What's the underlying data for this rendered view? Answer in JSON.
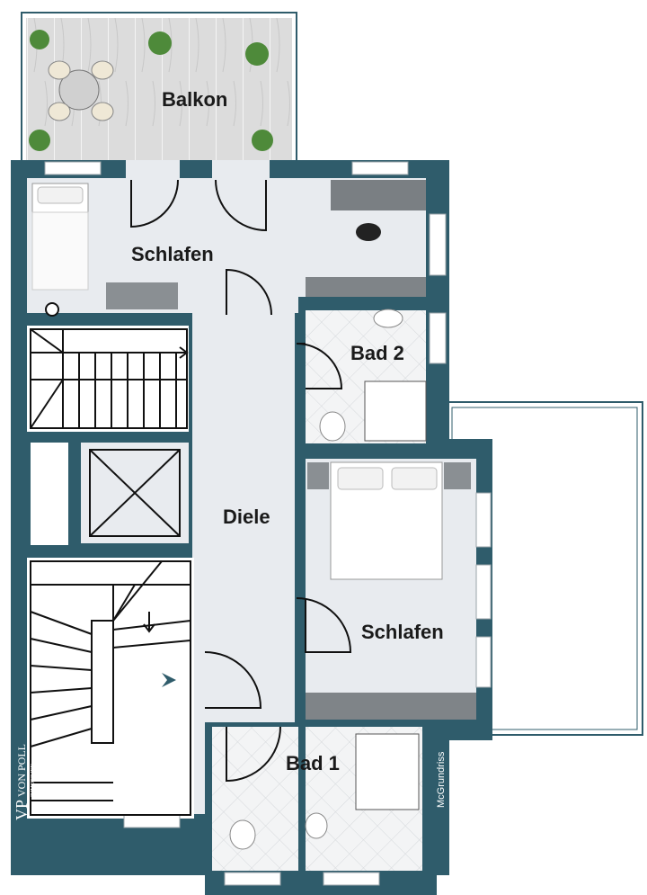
{
  "rooms": {
    "balkon": "Balkon",
    "schlafen_top": "Schlafen",
    "bad2": "Bad 2",
    "diele": "Diele",
    "schlafen_right": "Schlafen",
    "bad1": "Bad 1"
  },
  "logo": {
    "monogram": "VP",
    "name": "VON POLL",
    "subtitle": "IMMOBILIEN"
  },
  "credit": "McGrundriss",
  "colors": {
    "wall": "#2f5c6b",
    "floor": "#e8ebef",
    "tile": "#f2f3f4",
    "wood": "#d8d8d8",
    "terrace_outline": "#2f5c6b"
  }
}
